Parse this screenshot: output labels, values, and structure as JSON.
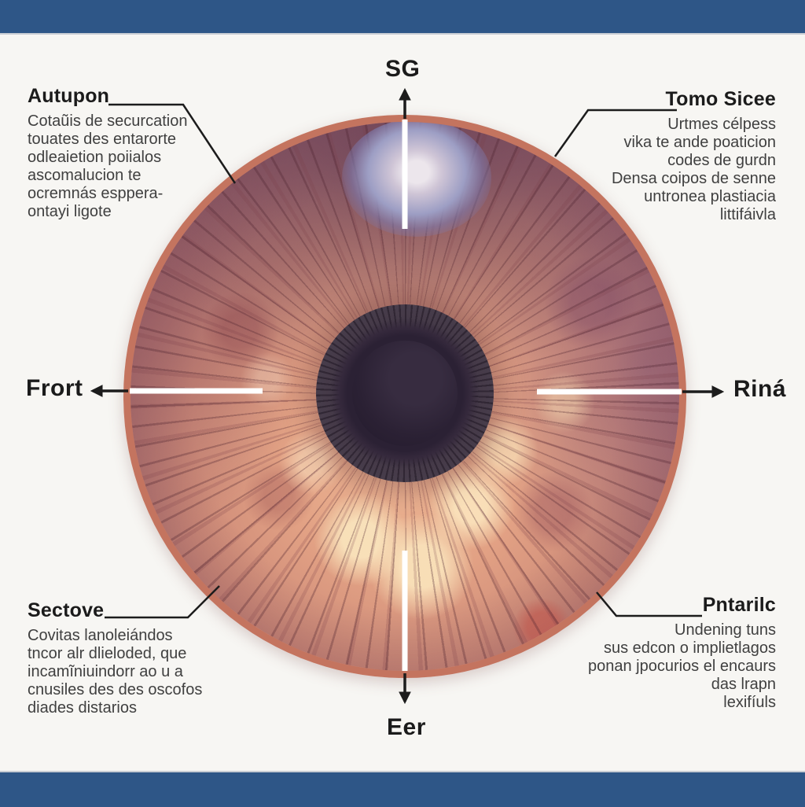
{
  "direction_labels": {
    "top": "SG",
    "bottom": "Eer",
    "left": "Frort",
    "right": "Riná"
  },
  "callouts": {
    "top_left": {
      "title": "Autupon",
      "lines": [
        "Cotaũis de securcation",
        "touates des entarorte",
        "odleaietion poiialos",
        "ascomalucion te",
        "ocremnás esppera-",
        "ontayi ligote"
      ]
    },
    "top_right": {
      "title": "Tomo Sicee",
      "lines": [
        "Urtmes célpess",
        "vika te ande poaticion",
        "codes de gurdn",
        "Densa coipos de senne",
        "untronea plastiacia",
        "littifáivla"
      ]
    },
    "bottom_left": {
      "title": "Sectove",
      "lines": [
        "Covitas lanoleiándos",
        "tncor alr dlieloded, que",
        "incamĩniuindorr ao u a",
        "cnusiles des des oscofos",
        "diades distarios"
      ]
    },
    "bottom_right": {
      "title": "Pntarilc",
      "lines": [
        "Undening tuns",
        "sus edcon o implietlagos",
        "ponan jpocurios el encaurs",
        "das lrapn",
        "lexifíuls"
      ]
    }
  },
  "colors": {
    "bar_blue": "#2e5687",
    "page_bg": "#f7f6f3",
    "heading": "#1b1b1b",
    "body_text": "#404040",
    "line_black": "#1c1c1c",
    "line_white": "#ffffff",
    "iris_rim": "#c4745f",
    "pupil_outer": "#473c4a",
    "pupil_inner": "#2b2134",
    "reflection_blue": "#8087b8"
  }
}
